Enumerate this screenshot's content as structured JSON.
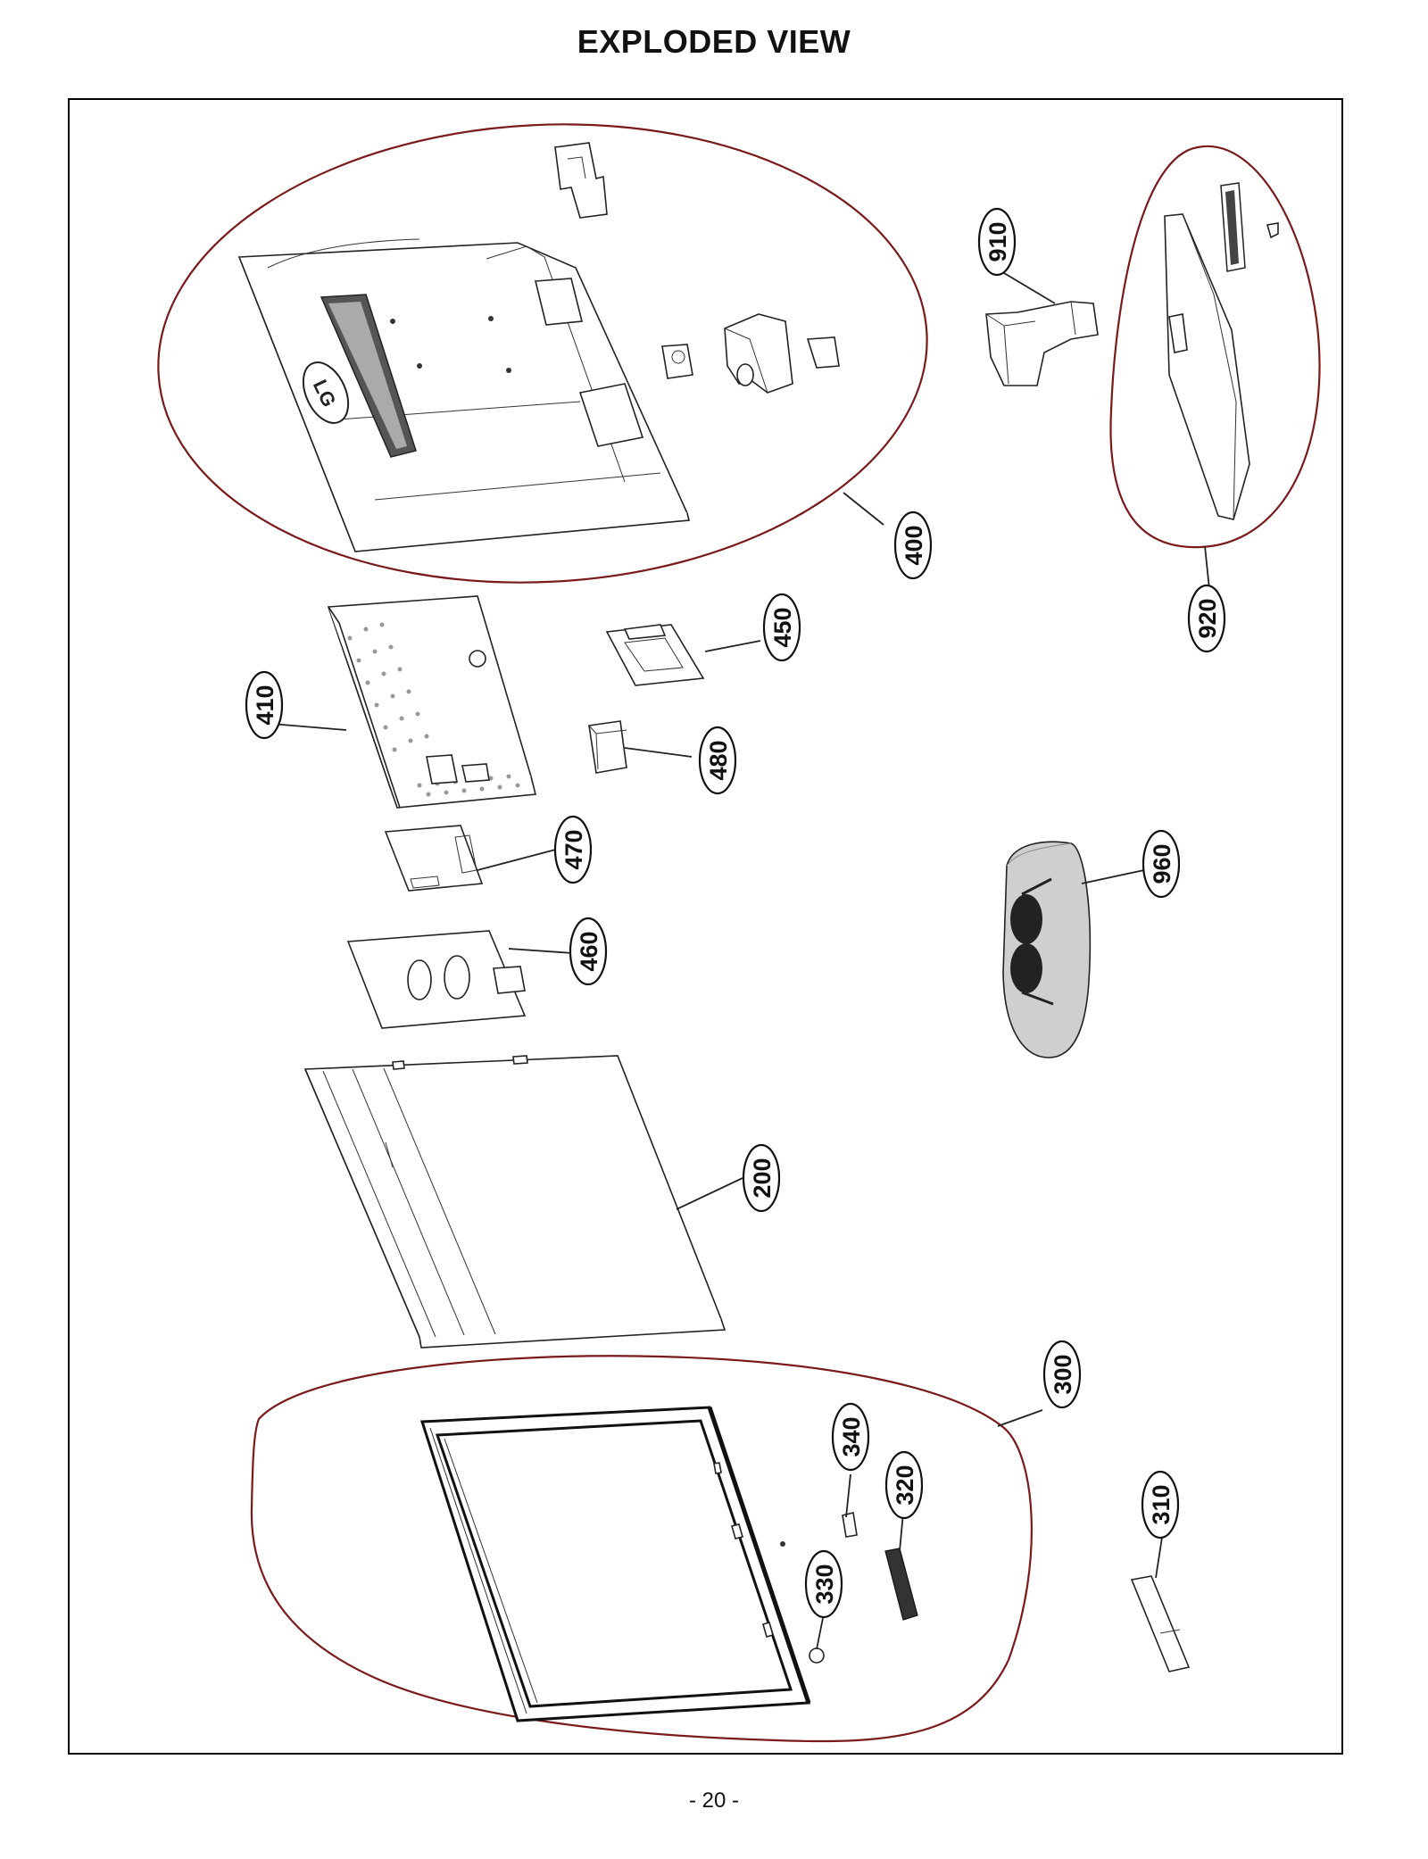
{
  "header": {
    "title": "EXPLODED VIEW"
  },
  "footer": {
    "page_number": "- 20 -"
  },
  "callouts": {
    "c910": "910",
    "c920": "920",
    "c400": "400",
    "c450": "450",
    "c410": "410",
    "c480": "480",
    "c470": "470",
    "c460": "460",
    "c960": "960",
    "c200": "200",
    "c300": "300",
    "c340": "340",
    "c320": "320",
    "c330": "330",
    "c310": "310"
  },
  "logo_text": "LG",
  "colors": {
    "group_outline": "#7a1a1a",
    "line": "#222222",
    "background": "#ffffff"
  }
}
